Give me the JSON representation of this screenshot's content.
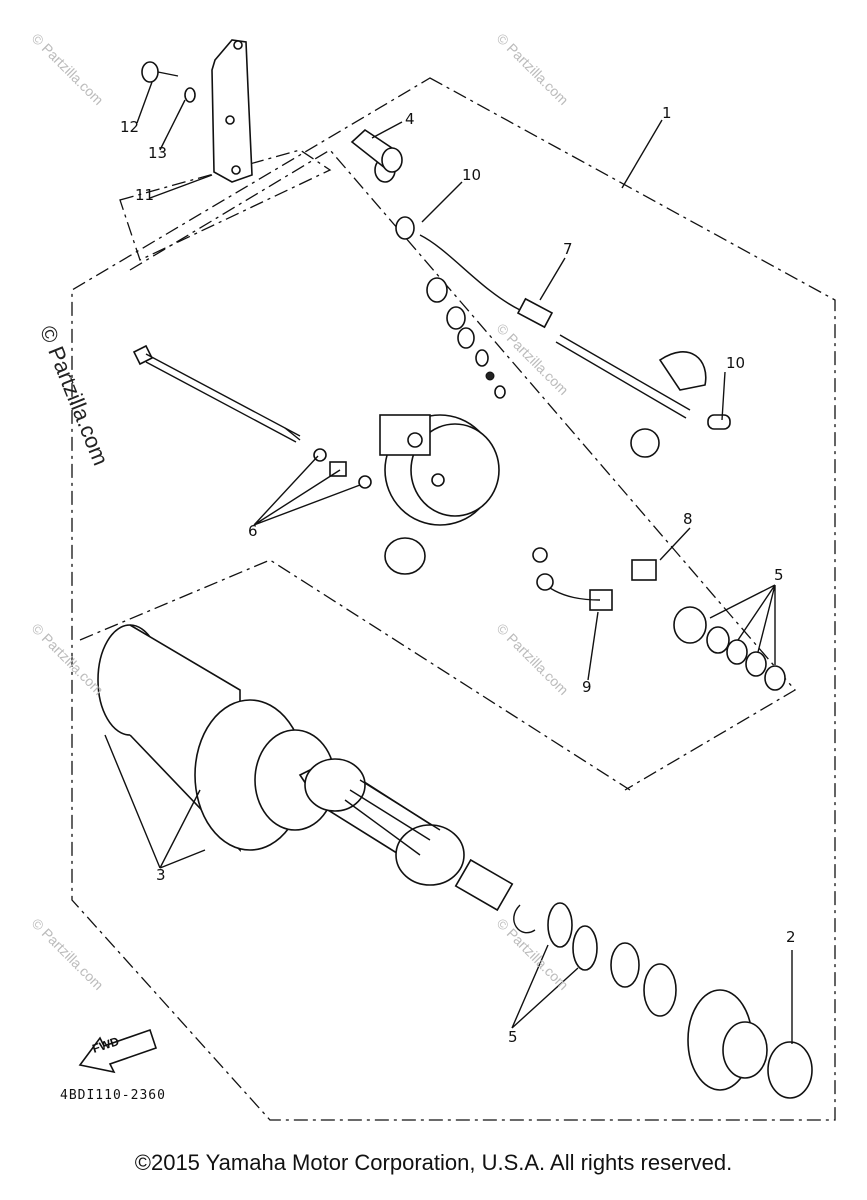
{
  "callouts": [
    {
      "id": "1",
      "label": "1"
    },
    {
      "id": "2",
      "label": "2"
    },
    {
      "id": "3",
      "label": "3"
    },
    {
      "id": "4",
      "label": "4"
    },
    {
      "id": "5a",
      "label": "5"
    },
    {
      "id": "5b",
      "label": "5"
    },
    {
      "id": "6",
      "label": "6"
    },
    {
      "id": "7",
      "label": "7"
    },
    {
      "id": "8",
      "label": "8"
    },
    {
      "id": "9",
      "label": "9"
    },
    {
      "id": "10a",
      "label": "10"
    },
    {
      "id": "10b",
      "label": "10"
    },
    {
      "id": "11",
      "label": "11"
    },
    {
      "id": "12",
      "label": "12"
    },
    {
      "id": "13",
      "label": "13"
    }
  ],
  "fwd_label": "FWD",
  "diagram_code": "4BDI110-2360",
  "copyright": "©2015 Yamaha Motor Corporation, U.S.A. All rights reserved.",
  "watermark": "© Partzilla.com",
  "watermark_main": "© Partzilla.com"
}
